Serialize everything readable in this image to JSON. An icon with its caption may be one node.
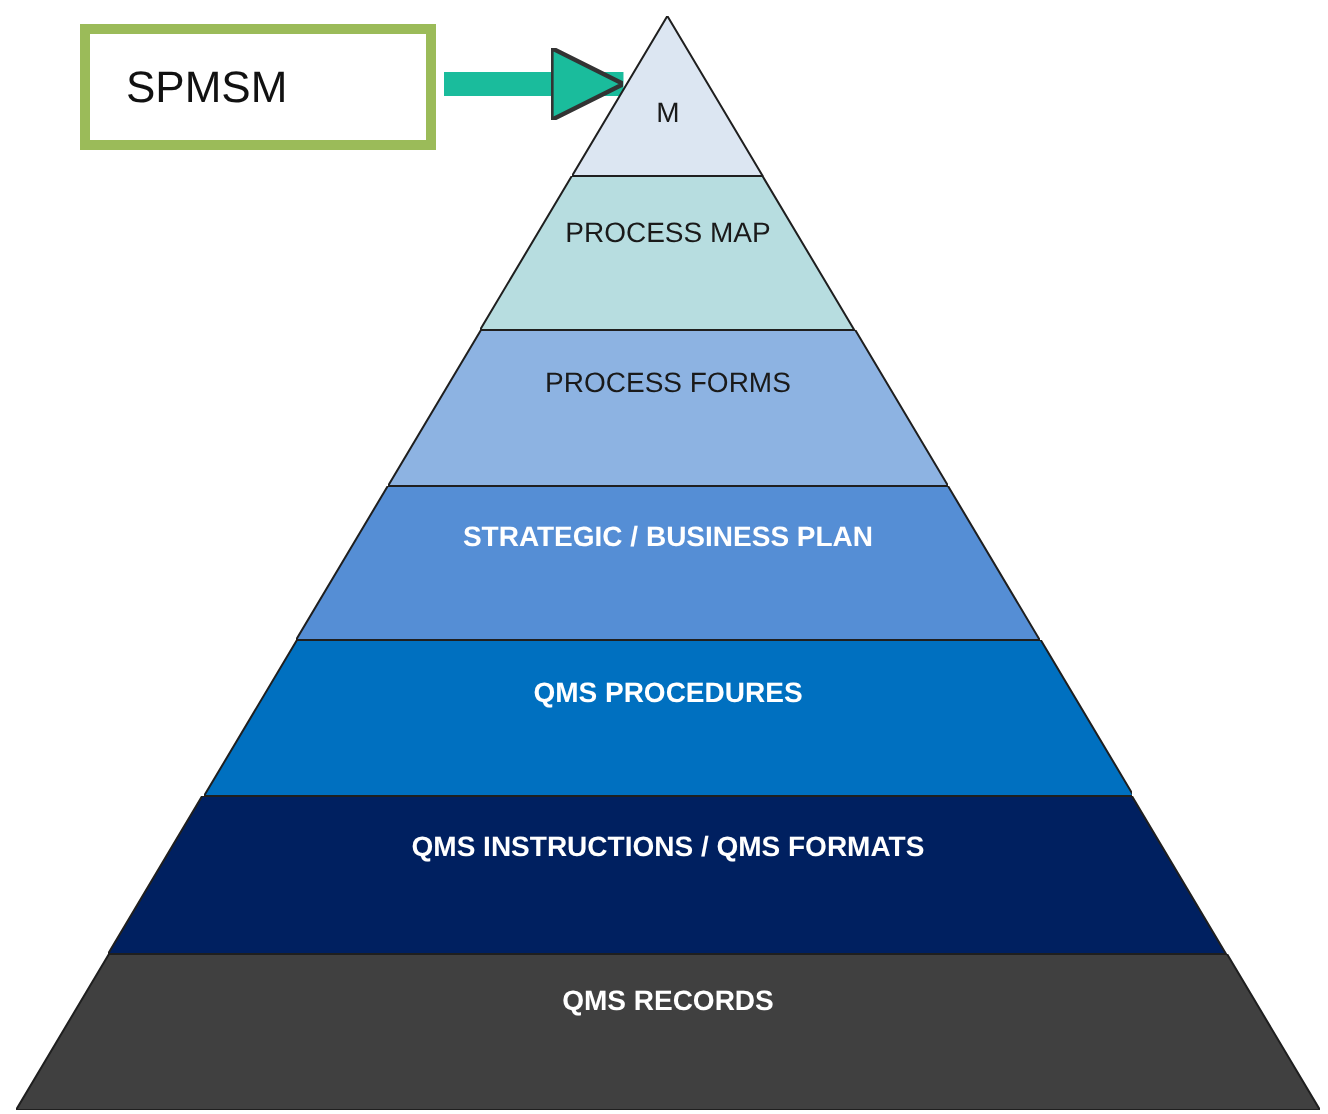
{
  "diagram": {
    "nodes": [
      {
        "text": [
          "SPMSM"
        ]
      },
      {
        "text": [
          "M"
        ]
      },
      {
        "text": [
          "PROCESS MAP"
        ]
      },
      {
        "text": [
          "PROCESS FORMS"
        ]
      },
      {
        "text": [
          "STRATEGIC / BUSINESS PLAN"
        ]
      },
      {
        "text": [
          "QMS PROCEDURES"
        ]
      },
      {
        "text": [
          "QMS INSTRUCTIONS / QMS FORMATS"
        ]
      },
      {
        "text": [
          "QMS RECORDS"
        ]
      }
    ],
    "edges": [
      {
        "from": 0,
        "to": 1,
        "arrow": "to"
      }
    ]
  }
}
